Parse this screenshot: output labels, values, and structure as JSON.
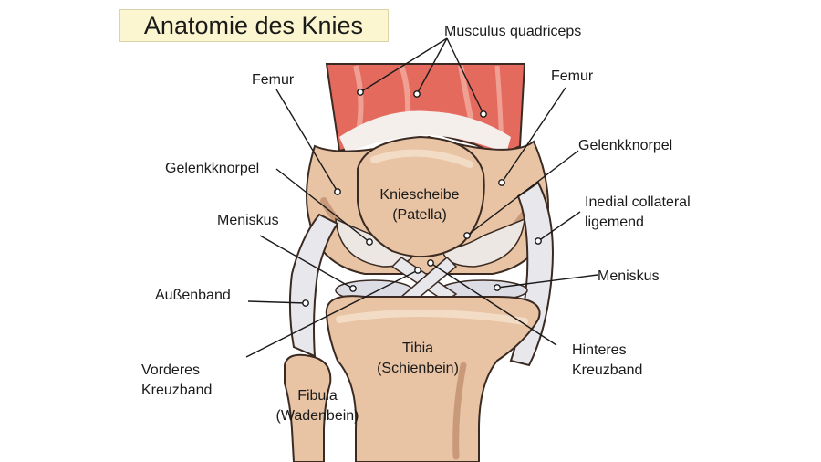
{
  "title": "Anatomie des Knies",
  "labels": {
    "quadriceps": "Musculus quadriceps",
    "femur_left": "Femur",
    "femur_right": "Femur",
    "cartilage_left": "Gelenkknorpel",
    "cartilage_right": "Gelenkknorpel",
    "patella_1": "Kniescheibe",
    "patella_2": "(Patella)",
    "medial_ligament_1": "Inedial collateral",
    "medial_ligament_2": "ligemend",
    "meniscus_left": "Meniskus",
    "meniscus_right": "Meniskus",
    "lateral_ligament": "Außenband",
    "anterior_cruciate_1": "Vorderes",
    "anterior_cruciate_2": "Kreuzband",
    "posterior_cruciate_1": "Hinteres",
    "posterior_cruciate_2": "Kreuzband",
    "tibia_1": "Tibia",
    "tibia_2": "(Schienbein)",
    "fibula_1": "Fibula",
    "fibula_2": "(Wadenbein)"
  },
  "colors": {
    "bone": "#e8c3a4",
    "bone_dark": "#c89a7a",
    "bone_light": "#f3dcc6",
    "muscle": "#e56a5e",
    "muscle_light": "#f0a093",
    "cartilage": "#e7e7ec",
    "ligament": "#c9c9d1",
    "outline": "#3a2a22",
    "title_bg": "#fbf6cf"
  }
}
